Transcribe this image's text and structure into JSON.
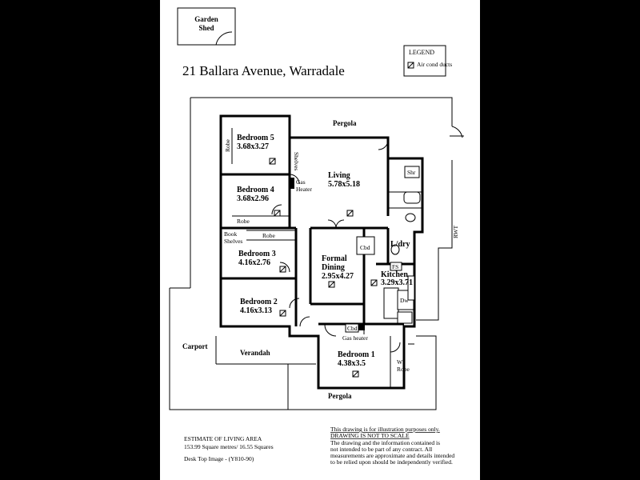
{
  "title": "21 Ballara Avenue, Warradale",
  "legend": {
    "heading": "LEGEND",
    "item": "Air cond ducts"
  },
  "garden_shed": {
    "line1": "Garden",
    "line2": "Shed"
  },
  "rooms": {
    "bedroom5": {
      "name": "Bedroom 5",
      "size": "3.68x3.27"
    },
    "bedroom4": {
      "name": "Bedroom 4",
      "size": "3.68x2.96"
    },
    "bedroom3": {
      "name": "Bedroom 3",
      "size": "4.16x2.76"
    },
    "bedroom2": {
      "name": "Bedroom 2",
      "size": "4.16x3.13"
    },
    "bedroom1": {
      "name": "Bedroom 1",
      "size": "4.38x3.5"
    },
    "living": {
      "name": "Living",
      "size": "5.78x5.18"
    },
    "formal_dining": {
      "name1": "Formal",
      "name2": "Dining",
      "size": "2.95x4.27"
    },
    "kitchen": {
      "name": "Kitchen",
      "size": "3.29x3.71"
    },
    "laundry": {
      "name": "L/dry"
    }
  },
  "labels": {
    "pergola_top": "Pergola",
    "pergola_bottom": "Pergola",
    "carport": "Carport",
    "verandah": "Verandah",
    "robe_b5": "Robe",
    "robe_b4": "Robe",
    "robe_b3": "Robe",
    "shelves": "Shelves",
    "book": "Book",
    "book_shelves": "Shelves",
    "gas_heater_living1": "Gas",
    "gas_heater_living2": "Heater",
    "gas_heater_b1": "Gas heater",
    "cbd_laundry": "Cbd",
    "cbd_b1": "Cbd",
    "shr": "Shr",
    "fs": "FS",
    "dw": "Dw",
    "wi": "WI",
    "wi_robe": "Robe",
    "rwt": "RWT"
  },
  "estimate": {
    "heading": "ESTIMATE OF LIVING AREA",
    "value": "153.99 Square metres/ 16.55 Squares"
  },
  "image_ref": "Desk Top Image - (Y810-90)",
  "disclaimer": {
    "line1": "This drawing is for illustration purposes only.",
    "line2": "DRAWING IS NOT TO SCALE",
    "line3": "The drawing and the information contained is",
    "line4": "not intended to be part of any contract.  All",
    "line5": "measurements are approximate and details intended",
    "line6": "to be relied upon should be independently verified."
  }
}
